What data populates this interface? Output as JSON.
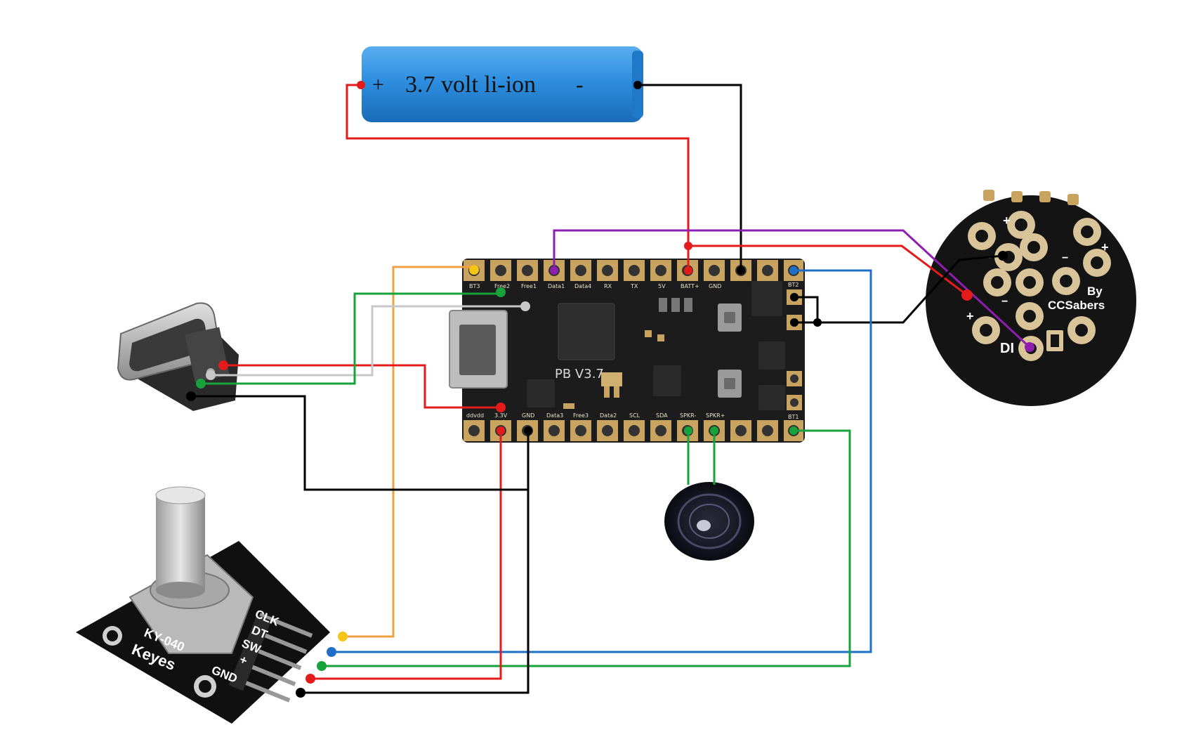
{
  "battery": {
    "label": "3.7 volt li-ion",
    "plus_sign": "+",
    "minus_sign": "-"
  },
  "board": {
    "name": "PB V3.7",
    "top_pins": [
      "BT3",
      "Free2",
      "Free1",
      "Data1",
      "Data4",
      "RX",
      "TX",
      "5V",
      "BATT+",
      "GND"
    ],
    "bottom_pins": [
      "ddvdd",
      "3.3V",
      "GND",
      "Data3",
      "Free3",
      "Data2",
      "SCL",
      "SDA",
      "SPKR-",
      "SPKR+"
    ],
    "right_pins": [
      "BT2",
      "BT1"
    ]
  },
  "led_connector": {
    "by_label": "By",
    "maker_label": "CCSabers",
    "di_label": "DI",
    "plus_a": "+",
    "plus_b": "+",
    "plus_c": "+",
    "minus_a": "−",
    "minus_b": "−",
    "minus_c": "−"
  },
  "encoder": {
    "pins": [
      "CLK",
      "DT",
      "SW",
      "+",
      "GND"
    ],
    "brand": "Keyes",
    "model": "KY-040"
  },
  "wire_colors": {
    "red": "#e31b1b",
    "black": "#000000",
    "purple": "#8e1eb0",
    "blue": "#1e6fc8",
    "green": "#18a23c",
    "orange": "#f0a040",
    "gray": "#c8c8c8",
    "yellow": "#f5c518"
  },
  "component_colors": {
    "battery_body": "#2e8ee0",
    "board_body": "#1a1a1a",
    "pad_gold": "#c8a460",
    "usb_metal": "#b0b0b0"
  }
}
